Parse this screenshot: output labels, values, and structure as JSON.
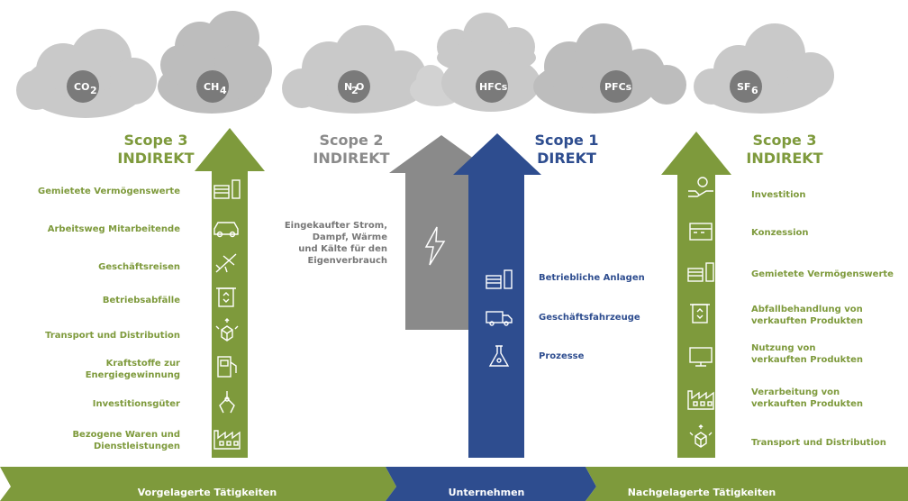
{
  "gases": [
    {
      "base": "CO",
      "sub": "2"
    },
    {
      "base": "CH",
      "sub": "4"
    },
    {
      "base": "N",
      "sub": "2",
      "suffix": "O"
    },
    {
      "base": "HFCs",
      "sub": "",
      "suffix": ""
    },
    {
      "base": "PFCs",
      "sub": "",
      "suffix": ""
    },
    {
      "base": "SF",
      "sub": "6",
      "suffix": ""
    }
  ],
  "scopes": {
    "scope3_left": {
      "title": "Scope 3",
      "subtitle": "INDIREKT"
    },
    "scope2": {
      "title": "Scope 2",
      "subtitle": "INDIREKT"
    },
    "scope1": {
      "title": "Scope 1",
      "subtitle": "DIREKT"
    },
    "scope3_right": {
      "title": "Scope 3",
      "subtitle": "INDIREKT"
    }
  },
  "upstream_items": [
    {
      "label": "Gemietete Vermögenswerte",
      "icon": "building-icon"
    },
    {
      "label": "Arbeitsweg Mitarbeitende",
      "icon": "car-icon"
    },
    {
      "label": "Geschäftsreisen",
      "icon": "airplane-icon"
    },
    {
      "label": "Betriebsabfälle",
      "icon": "recycle-bin-icon"
    },
    {
      "label": "Transport und Distribution",
      "icon": "package-arrows-icon"
    },
    {
      "label": "Kraftstoffe zur\nEnergiegewinnung",
      "icon": "fuel-pump-icon"
    },
    {
      "label": "Investitionsgüter",
      "icon": "claw-icon"
    },
    {
      "label": "Bezogene Waren und\nDienstleistungen",
      "icon": "factory-icon"
    }
  ],
  "scope2_text": "Eingekaufter Strom,\nDampf, Wärme\nund Kälte für den\nEigenverbrauch",
  "scope2_icon": "lightning-icon",
  "scope1_items": [
    {
      "label": "Betriebliche Anlagen",
      "icon": "building-icon"
    },
    {
      "label": "Geschäftsfahrzeuge",
      "icon": "truck-icon"
    },
    {
      "label": "Prozesse",
      "icon": "flask-icon"
    }
  ],
  "downstream_items": [
    {
      "label": "Investition",
      "icon": "hand-coin-icon"
    },
    {
      "label": "Konzession",
      "icon": "storefront-icon"
    },
    {
      "label": "Gemietete Vermögenswerte",
      "icon": "building-icon"
    },
    {
      "label": "Abfallbehandlung von\nverkauften Produkten",
      "icon": "recycle-bin-icon"
    },
    {
      "label": "Nutzung von\nverkauften Produkten",
      "icon": "monitor-icon"
    },
    {
      "label": "Verarbeitung von\nverkauften Produkten",
      "icon": "factory-icon"
    },
    {
      "label": "Transport und Distribution",
      "icon": "package-arrows-icon"
    }
  ],
  "bottom_bar": {
    "upstream": "Vorgelagerte Tätigkeiten",
    "company": "Unternehmen",
    "downstream": "Nachgelagerte Tätigkeiten"
  },
  "colors": {
    "green": "#7e9a3c",
    "gray": "#8a8a8a",
    "blue": "#2e4d8f",
    "cloud": "#c9c9c9",
    "cloud_dark": "#b5b5b5",
    "gas_circle": "#7a7a7a"
  }
}
